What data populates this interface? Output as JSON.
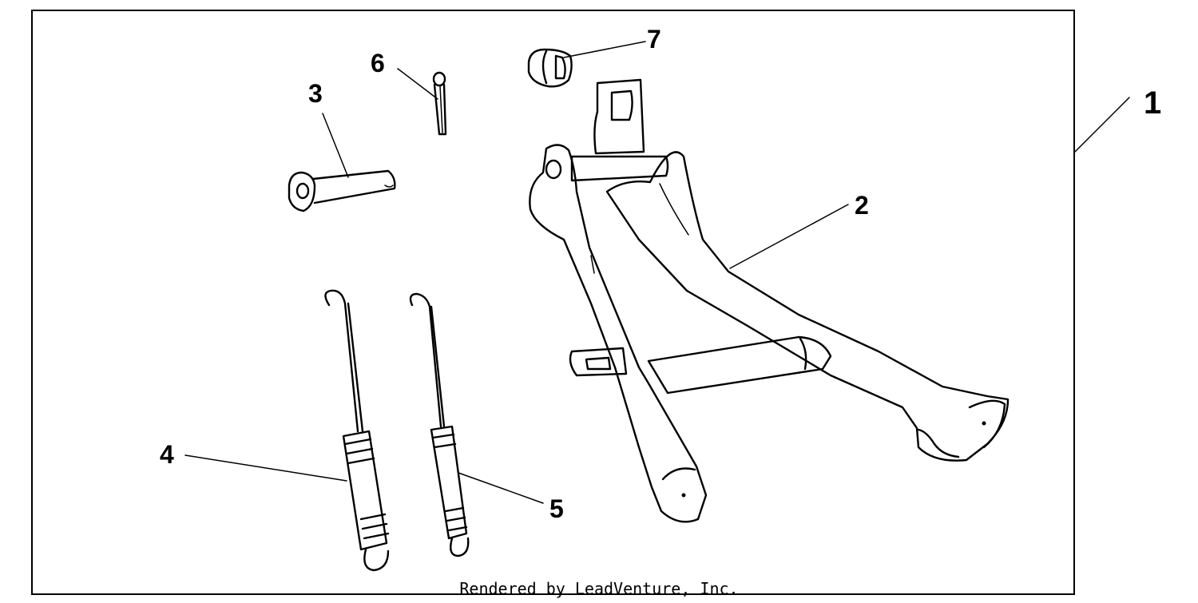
{
  "diagram": {
    "callouts": [
      {
        "id": "1",
        "label": "1"
      },
      {
        "id": "2",
        "label": "2"
      },
      {
        "id": "3",
        "label": "3"
      },
      {
        "id": "4",
        "label": "4"
      },
      {
        "id": "5",
        "label": "5"
      },
      {
        "id": "6",
        "label": "6"
      },
      {
        "id": "7",
        "label": "7"
      }
    ],
    "footer": "Rendered by LeadVenture, Inc.",
    "colors": {
      "ink": "#000000",
      "background": "#ffffff"
    }
  }
}
